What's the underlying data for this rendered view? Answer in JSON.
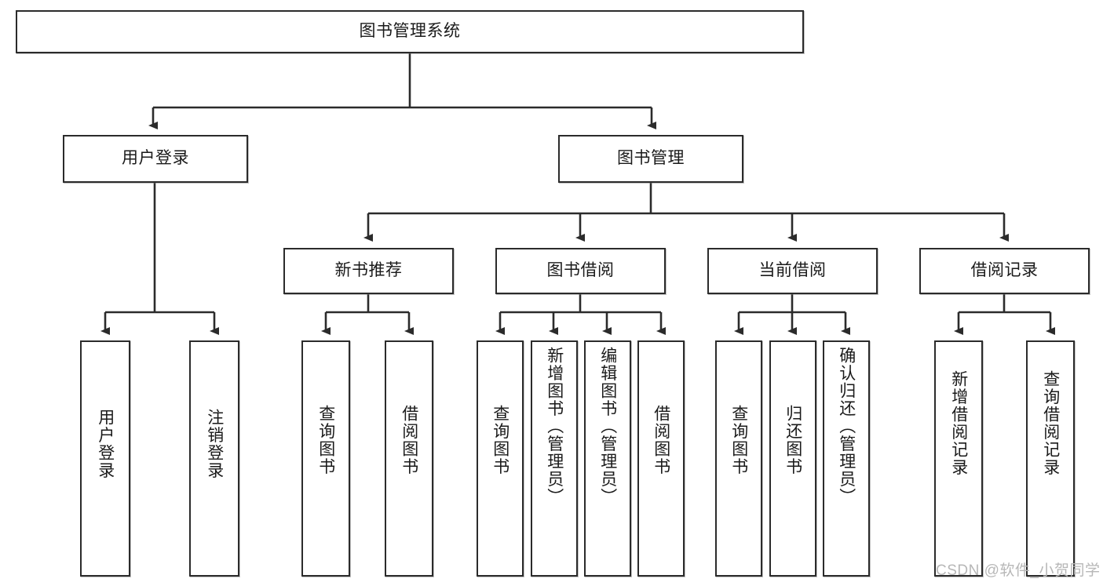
{
  "diagram": {
    "title_node": {
      "id": "root",
      "label": "图书管理系统"
    },
    "level2": [
      {
        "id": "user-login",
        "label": "用户登录"
      },
      {
        "id": "book-manage",
        "label": "图书管理"
      }
    ],
    "level3": [
      {
        "id": "new-book-recommend",
        "label": "新书推荐"
      },
      {
        "id": "book-borrow",
        "label": "图书借阅"
      },
      {
        "id": "current-borrow",
        "label": "当前借阅"
      },
      {
        "id": "borrow-record",
        "label": "借阅记录"
      }
    ],
    "leaves": [
      {
        "id": "leaf-user-login",
        "label": "用户登录",
        "parent": "用户登录"
      },
      {
        "id": "leaf-logout",
        "label": "注销登录",
        "parent": "用户登录"
      },
      {
        "id": "leaf-query-book-1",
        "label": "查询图书",
        "parent": "新书推荐"
      },
      {
        "id": "leaf-borrow-book-1",
        "label": "借阅图书",
        "parent": "新书推荐"
      },
      {
        "id": "leaf-query-book-2",
        "label": "查询图书",
        "parent": "图书借阅"
      },
      {
        "id": "leaf-add-book",
        "label": "新增图书（管理员）",
        "parent": "图书借阅"
      },
      {
        "id": "leaf-edit-book",
        "label": "编辑图书（管理员）",
        "parent": "图书借阅"
      },
      {
        "id": "leaf-borrow-book-2",
        "label": "借阅图书",
        "parent": "图书借阅"
      },
      {
        "id": "leaf-query-book-3",
        "label": "查询图书",
        "parent": "当前借阅"
      },
      {
        "id": "leaf-return-book",
        "label": "归还图书",
        "parent": "当前借阅"
      },
      {
        "id": "leaf-confirm-return",
        "label": "确认归还（管理员）",
        "parent": "当前借阅"
      },
      {
        "id": "leaf-add-record",
        "label": "新增借阅记录",
        "parent": "借阅记录"
      },
      {
        "id": "leaf-query-record",
        "label": "查询借阅记录",
        "parent": "借阅记录"
      }
    ],
    "watermark": "CSDN @软件_小贺同学",
    "colors": {
      "stroke": "#2b2b2b",
      "fill": "#ffffff",
      "text": "#1a1a1a",
      "watermark": "#b7b7b7"
    }
  }
}
